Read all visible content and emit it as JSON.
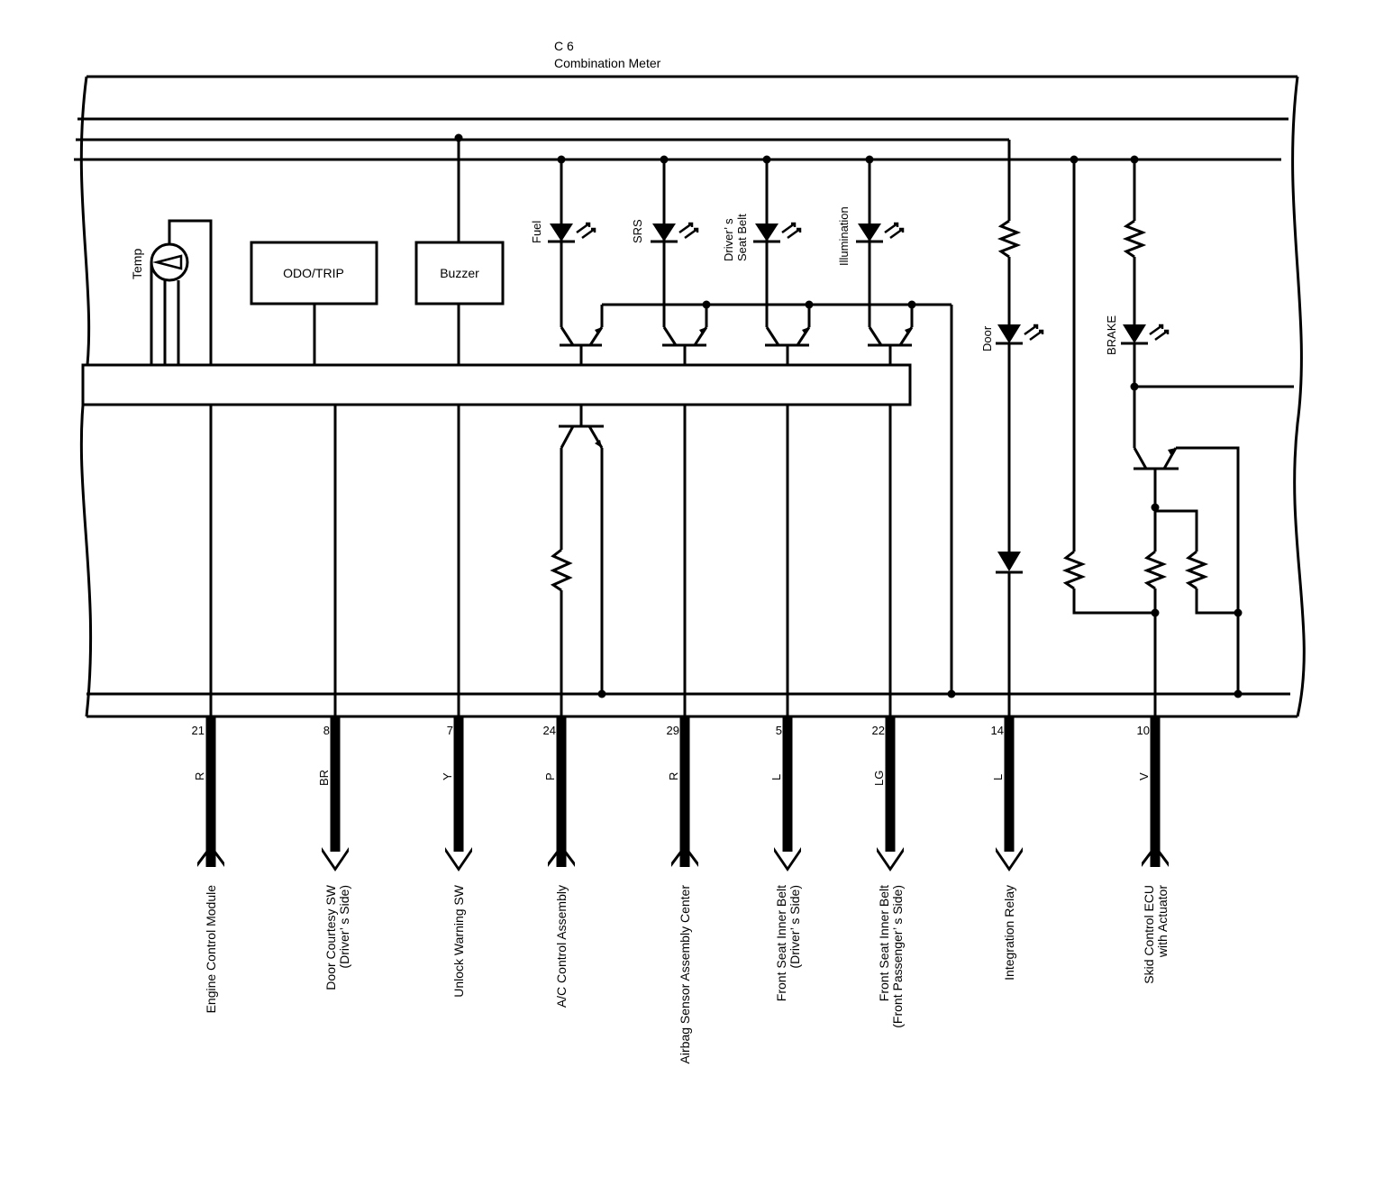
{
  "header": {
    "connector_code": "C 6",
    "component_name": "Combination Meter"
  },
  "internals": {
    "gauge_label": "Temp",
    "odo_label": "ODO/TRIP",
    "buzzer_label": "Buzzer",
    "lamps": {
      "fuel": "Fuel",
      "srs": "SRS",
      "seat_belt_line1": "Driver’ s",
      "seat_belt_line2": "Seat Belt",
      "illumination": "Illumination",
      "door": "Door",
      "brake": "BRAKE"
    }
  },
  "pins": [
    {
      "number": "21",
      "color": "R",
      "dest_line1": "Engine Control Module",
      "dest_line2": ""
    },
    {
      "number": "8",
      "color": "BR",
      "dest_line1": "Door Courtesy SW",
      "dest_line2": "(Driver’ s Side)"
    },
    {
      "number": "7",
      "color": "Y",
      "dest_line1": "Unlock Warning SW",
      "dest_line2": ""
    },
    {
      "number": "24",
      "color": "P",
      "dest_line1": "A/C Control Assembly",
      "dest_line2": ""
    },
    {
      "number": "29",
      "color": "R",
      "dest_line1": "Airbag Sensor Assembly Center",
      "dest_line2": ""
    },
    {
      "number": "5",
      "color": "L",
      "dest_line1": "Front Seat Inner Belt",
      "dest_line2": "(Driver’ s Side)"
    },
    {
      "number": "22",
      "color": "LG",
      "dest_line1": "Front Seat Inner Belt",
      "dest_line2": "(Front Passenger’ s Side)"
    },
    {
      "number": "14",
      "color": "L",
      "dest_line1": "Integration Relay",
      "dest_line2": ""
    },
    {
      "number": "10",
      "color": "V",
      "dest_line1": "Skid Control ECU",
      "dest_line2": "with Actuator"
    }
  ]
}
